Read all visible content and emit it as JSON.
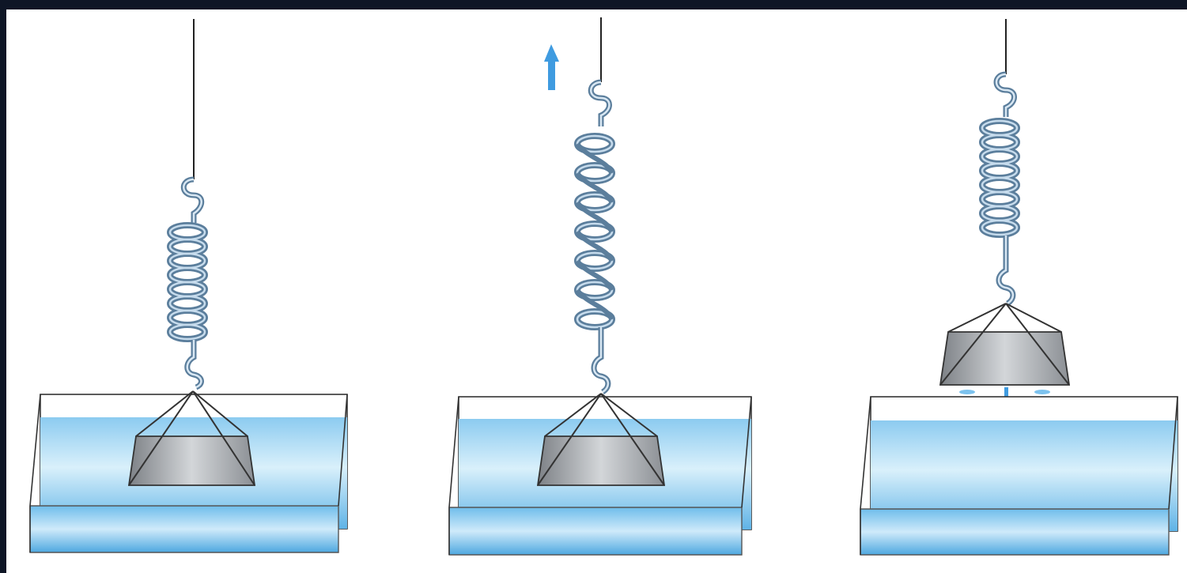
{
  "figure": {
    "panels": [
      {
        "id": "left",
        "state": "object-submerged-at-rest",
        "arrow": false
      },
      {
        "id": "middle",
        "state": "spring-stretched-pulling-up",
        "arrow": true
      },
      {
        "id": "right",
        "state": "object-lifted-out-of-water",
        "arrow": false
      }
    ],
    "colors": {
      "background": "#ffffff",
      "water": "#5fb3e6",
      "water-light": "#bfe3f7",
      "spring": "#5b7e9c",
      "spring-highlight": "#c7dced",
      "weight": "#9fa3a8",
      "arrow": "#3f9be0"
    }
  }
}
